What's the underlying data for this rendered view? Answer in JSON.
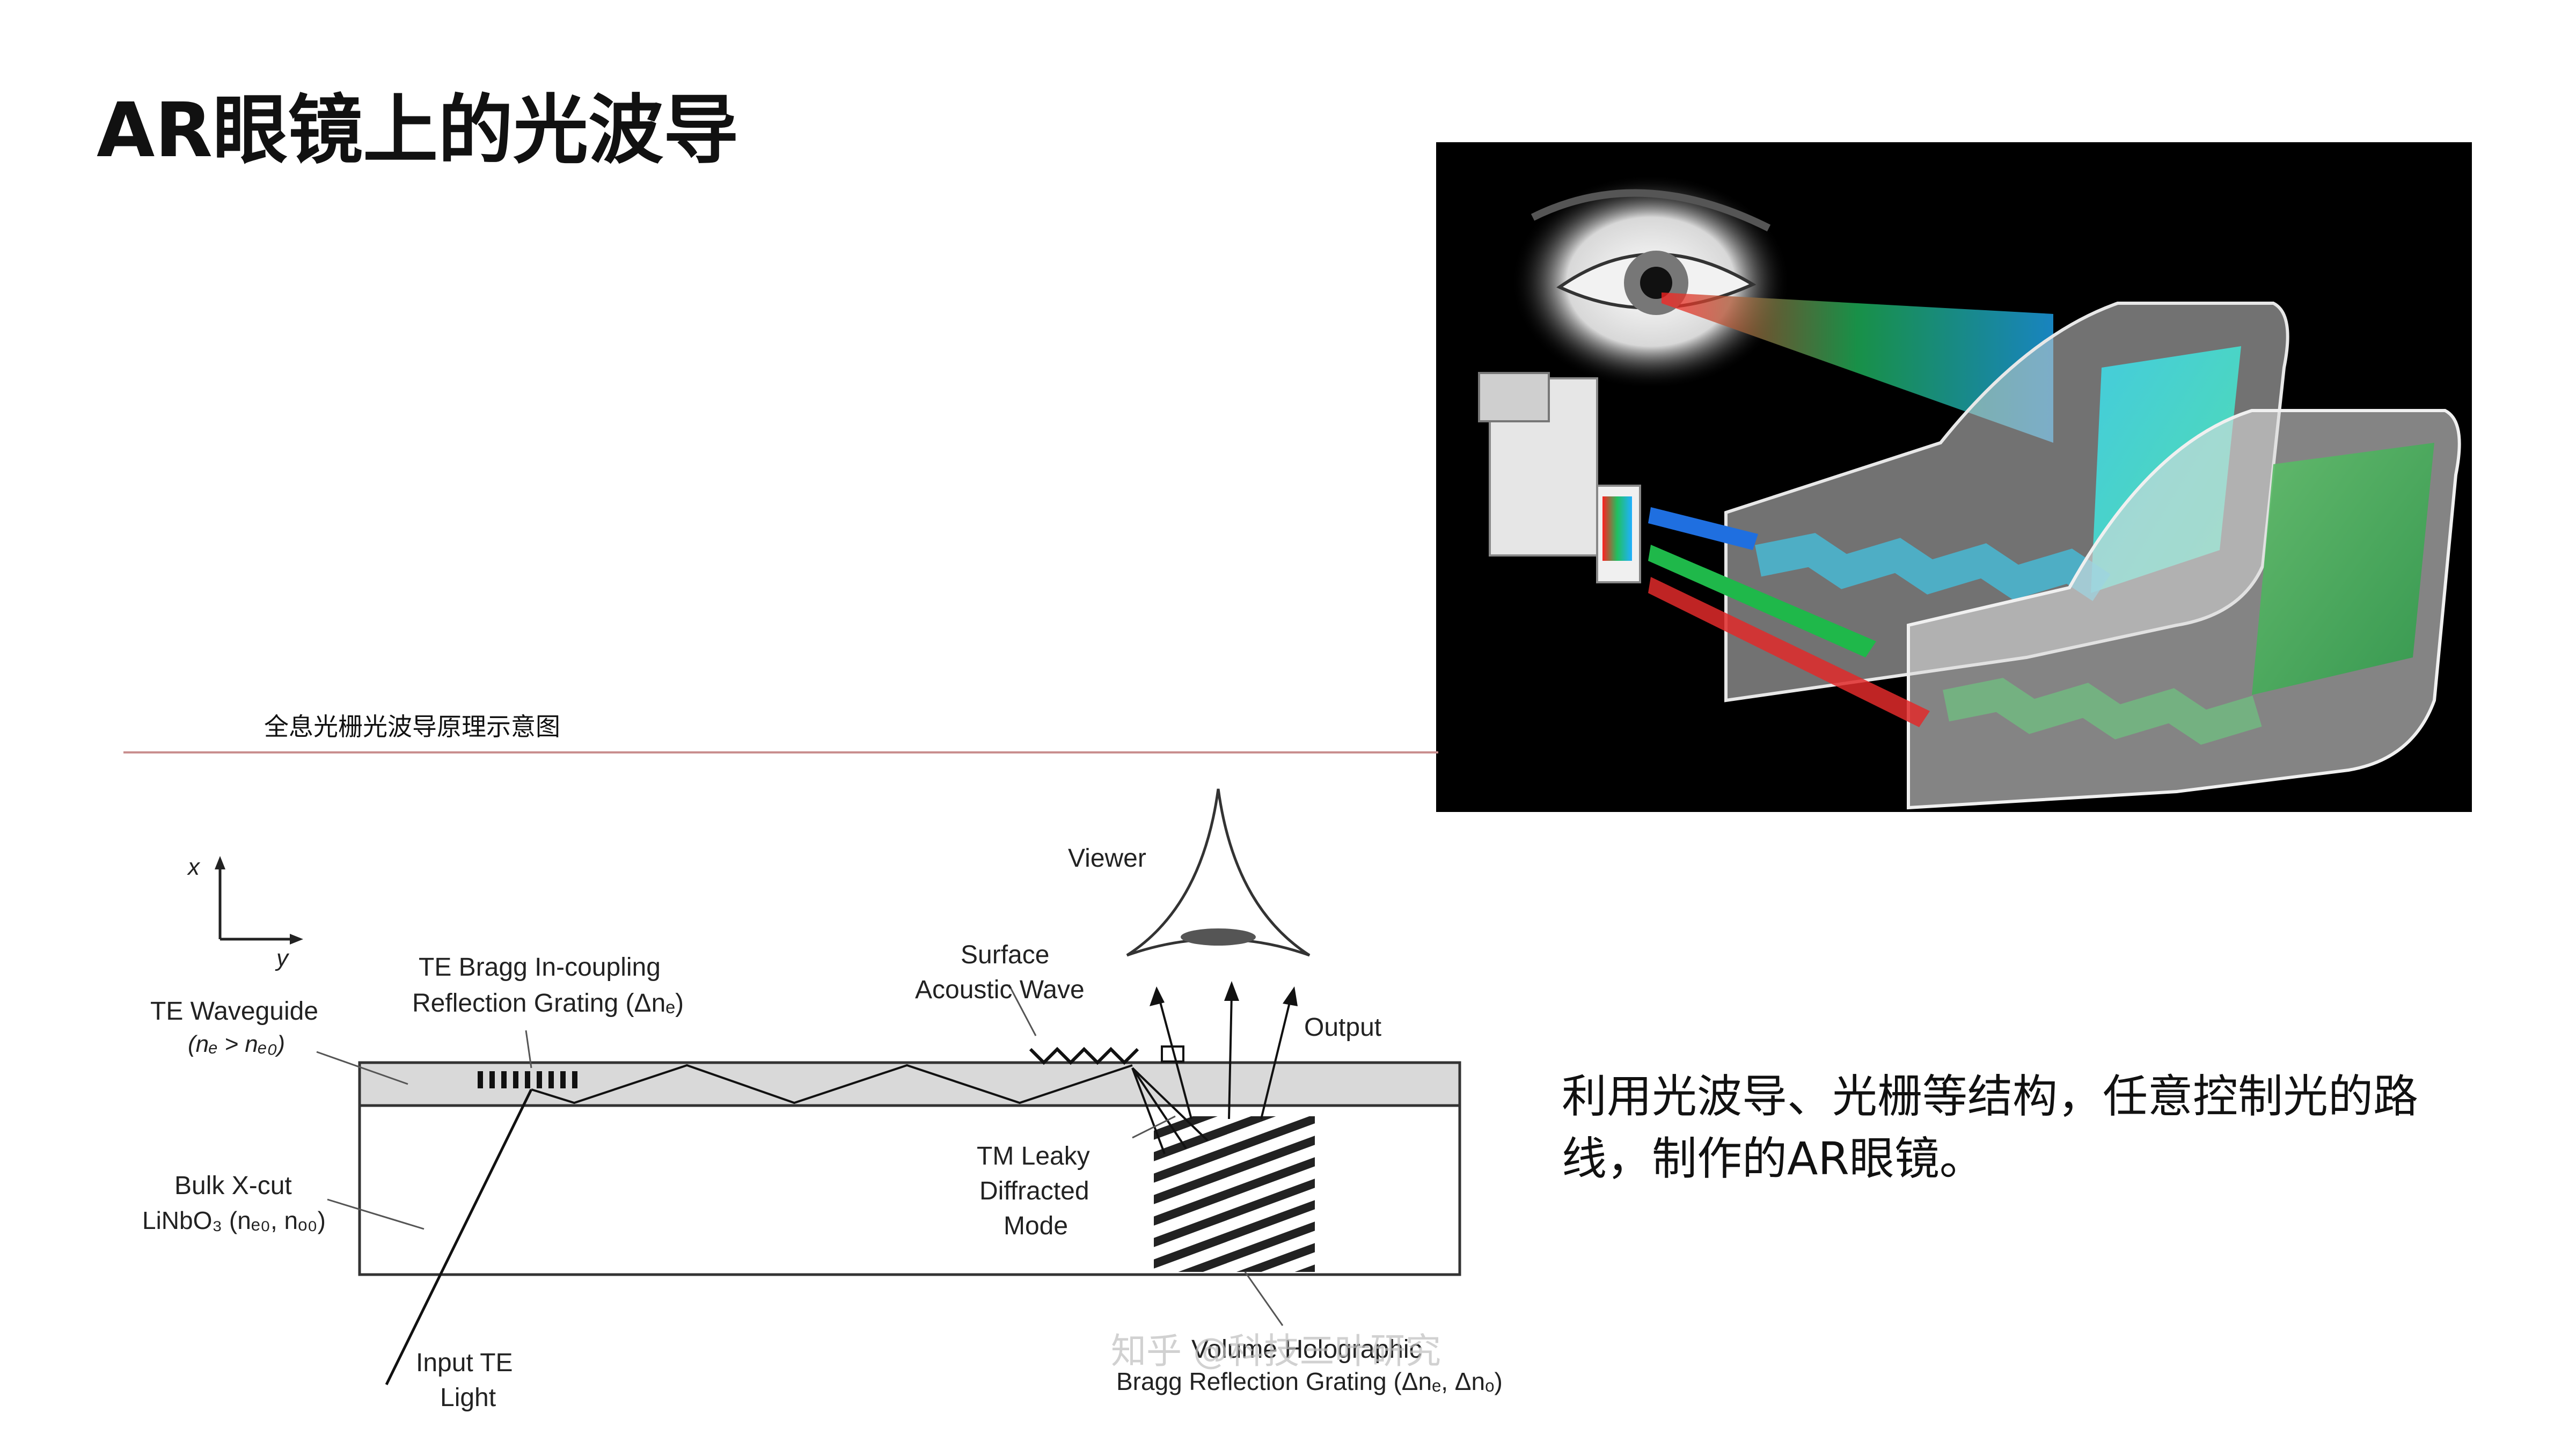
{
  "slide": {
    "title": "AR眼镜上的光波导",
    "caption": "利用光波导、光栅等结构，任意控制光的路线，制作的AR眼镜。"
  },
  "diagram": {
    "heading": "全息光栅光波导原理示意图",
    "axis_x": "x",
    "axis_y": "y",
    "labels": {
      "te_waveguide_1": "TE Waveguide",
      "te_waveguide_2": "(nₑ > nₑ₀)",
      "bragg_in_1": "TE Bragg In-coupling",
      "bragg_in_2": "Reflection Grating (Δnₑ)",
      "bulk_1": "Bulk X-cut",
      "bulk_2": "LiNbO₃ (nₑ₀, nₒ₀)",
      "input_1": "Input TE",
      "input_2": "Light",
      "surface_1": "Surface",
      "surface_2": "Acoustic Wave",
      "viewer": "Viewer",
      "output": "Output",
      "tm_1": "TM Leaky",
      "tm_2": "Diffracted",
      "tm_3": "Mode",
      "volume_1": "Volume Holographic",
      "volume_2": "Bragg Reflection Grating (Δnₑ, Δnₒ)"
    },
    "watermark": "知乎 @科技三叶研究"
  },
  "colors": {
    "divider": "#c98f8f",
    "waveguide": "#d9d9d9",
    "blue_beam": "#1f6fe0",
    "green_beam": "#1fb84a",
    "red_beam": "#e02a2a"
  }
}
